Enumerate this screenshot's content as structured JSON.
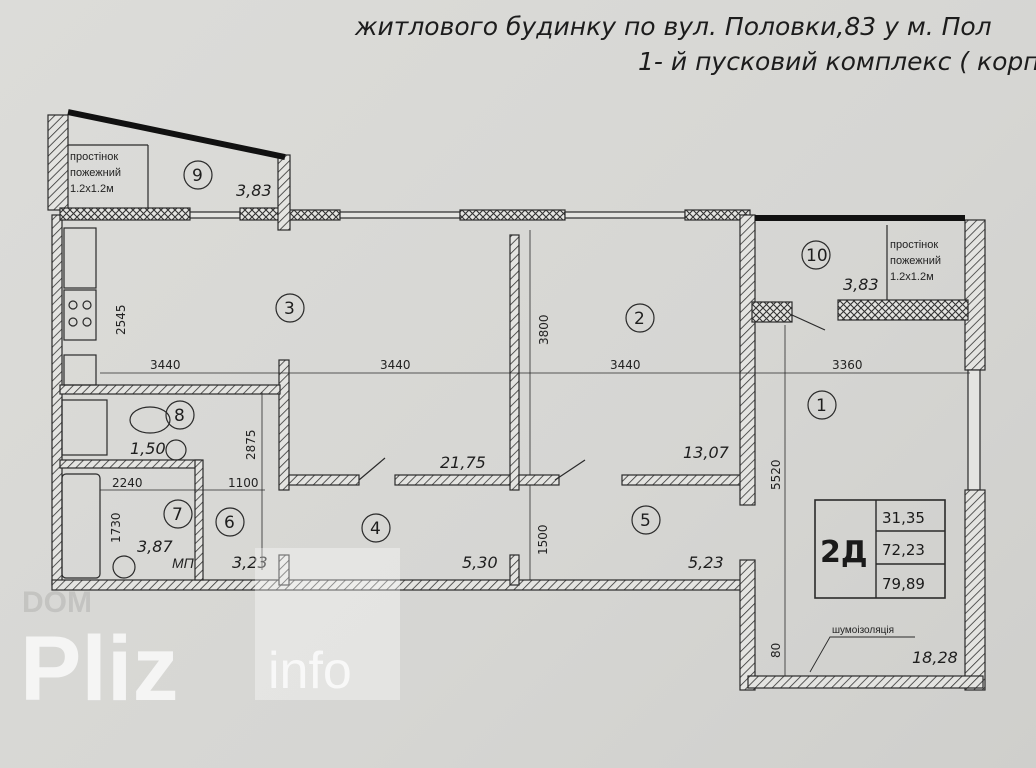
{
  "header": {
    "line1": "житлового будинку по вул. Половки,83 у м. Пол",
    "line2": "1- й пусковий комплекс ( корп"
  },
  "rooms": [
    {
      "number": "1",
      "area": "18,28"
    },
    {
      "number": "2",
      "area": "13,07"
    },
    {
      "number": "3",
      "area": "21,75"
    },
    {
      "number": "4",
      "area": "5,30"
    },
    {
      "number": "5",
      "area": "5,23"
    },
    {
      "number": "6",
      "area": "3,23"
    },
    {
      "number": "7",
      "area": "3,87"
    },
    {
      "number": "8",
      "area": "1,50"
    },
    {
      "number": "9",
      "area": "3,83"
    },
    {
      "number": "10",
      "area": "3,83"
    }
  ],
  "dimensions": {
    "d2545": "2545",
    "d3440a": "3440",
    "d3440b": "3440",
    "d3440c": "3440",
    "d3360": "3360",
    "d3800": "3800",
    "d5520": "5520",
    "d2875": "2875",
    "d2240": "2240",
    "d1100": "1100",
    "d1730": "1730",
    "d1500": "1500",
    "d80": "80"
  },
  "labels": {
    "fire_wall_line1": "простінок",
    "fire_wall_line2": "пожежний",
    "fire_wall_line3": "1.2x1.2м",
    "mp": "МП",
    "noise_insulation": "шумоізоляція"
  },
  "apartment": {
    "type": "2Д",
    "living_area": "31,35",
    "total_area": "72,23",
    "area_with_balconies": "79,89"
  },
  "watermark": {
    "dom": "DOM",
    "pliz": "Pliz",
    "info": "info"
  }
}
